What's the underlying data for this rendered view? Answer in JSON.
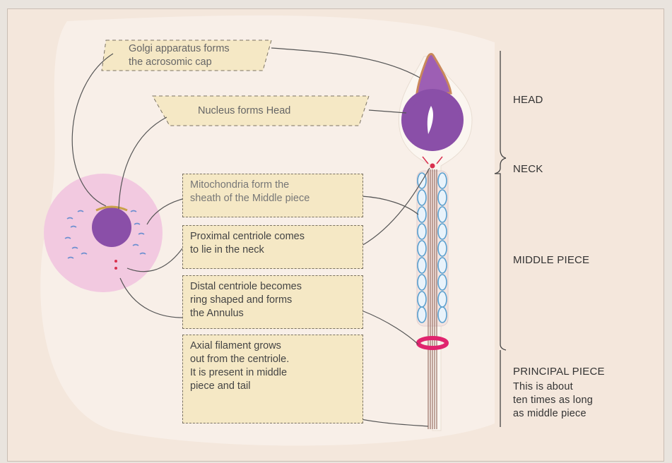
{
  "labels": {
    "golgi": [
      "Golgi apparatus forms",
      "the acrosomic cap"
    ],
    "nucleus": "Nucleus forms Head",
    "mito": [
      "Mitochondria form the",
      "sheath of the Middle piece"
    ],
    "proximal": [
      "Proximal centriole comes",
      "to lie in the neck"
    ],
    "distal": [
      "Distal centriole becomes",
      "ring shaped and forms",
      "the Annulus"
    ],
    "axial": [
      "Axial filament grows",
      "out from the centriole.",
      "It is present in middle",
      "piece and tail"
    ]
  },
  "regions": {
    "head": "HEAD",
    "neck": "NECK",
    "middle": "MIDDLE PIECE",
    "principal": "PRINCIPAL PIECE",
    "principal_note": [
      "This is about",
      "ten times as long",
      "as middle piece"
    ]
  },
  "colors": {
    "panel": "#f4e7dc",
    "box_fill": "#f5e8c5",
    "head_purple": "#8a4fa8",
    "cell_pink": "#f2c9e0",
    "mito_blue": "#7fb0d8",
    "annulus": "#e0246e"
  }
}
